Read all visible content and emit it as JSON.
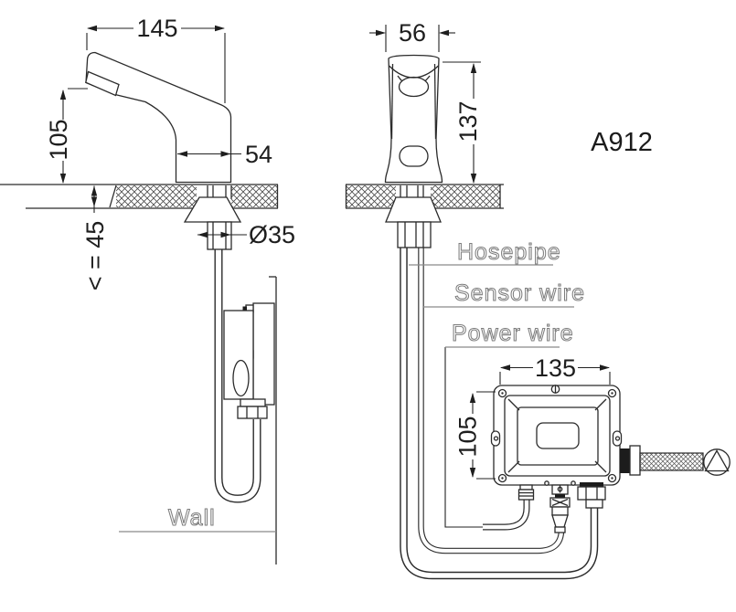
{
  "model_label": "A912",
  "side_view": {
    "dim_reach": "145",
    "dim_spout_height": "105",
    "dim_base_depth": "54",
    "dim_hole_diameter": "Ø35",
    "dim_deck_thickness": "< = 45",
    "wall_label": "Wall"
  },
  "front_view": {
    "dim_width": "56",
    "dim_height": "137",
    "hosepipe_label": "Hosepipe",
    "sensor_wire_label": "Sensor wire",
    "power_wire_label": "Power wire"
  },
  "control_box": {
    "dim_width": "135",
    "dim_height": "105"
  }
}
